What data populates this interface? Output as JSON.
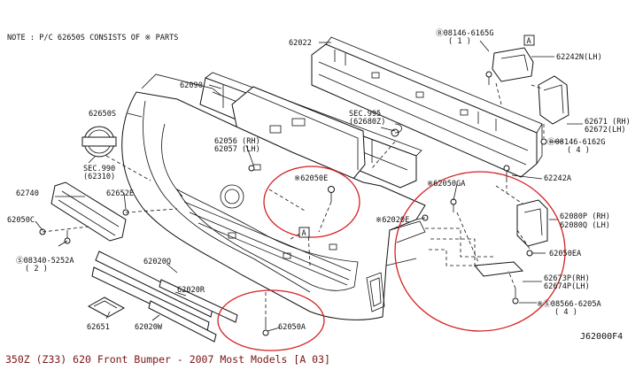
{
  "note": "NOTE : P/C 62650S CONSISTS OF ※ PARTS",
  "diagram_code": "J62000F4",
  "caption": "350Z (Z33) 620 Front Bumper - 2007 Most Models [A 03]",
  "ref_marker": "A",
  "labels": {
    "p62022": "62022",
    "p08146_6165g": "Ⓑ08146-6165G",
    "qty_1": "( 1 )",
    "p62242n": "62242N(LH)",
    "p62090": "62090",
    "p62650s": "62650S",
    "sec995": "SEC.995",
    "sec995_sub": "(62680Z)",
    "p62671": "62671 (RH)",
    "p62672": "62672(LH)",
    "p62056": "62056 (RH)",
    "p62057": "62057 (LH)",
    "p08146_6162g": "Ⓑ08146-6162G",
    "qty_4a": "( 4 )",
    "sec990": "SEC.990",
    "sec990_sub": "(62310)",
    "p62050e": "※62050E",
    "p62050ga": "※62050GA",
    "p62242a": "62242A",
    "p62740": "62740",
    "p62652e": "62652E",
    "p62020e": "※62020E",
    "p62080p": "62080P (RH)",
    "p62080q": "62080Q (LH)",
    "p62050c": "62050C",
    "p62050ea": "62050EA",
    "p08340_5252a": "Ⓢ08340-5252A",
    "qty_2": "( 2 )",
    "p62020q": "62020Q",
    "p62673p": "62673P(RH)",
    "p62674p": "62674P(LH)",
    "p62020r": "62020R",
    "p08566_6205a": "※Ⓢ08566-6205A",
    "qty_4b": "( 4 )",
    "p62651": "62651",
    "p62020w": "62020W",
    "p62050a": "62050A"
  }
}
